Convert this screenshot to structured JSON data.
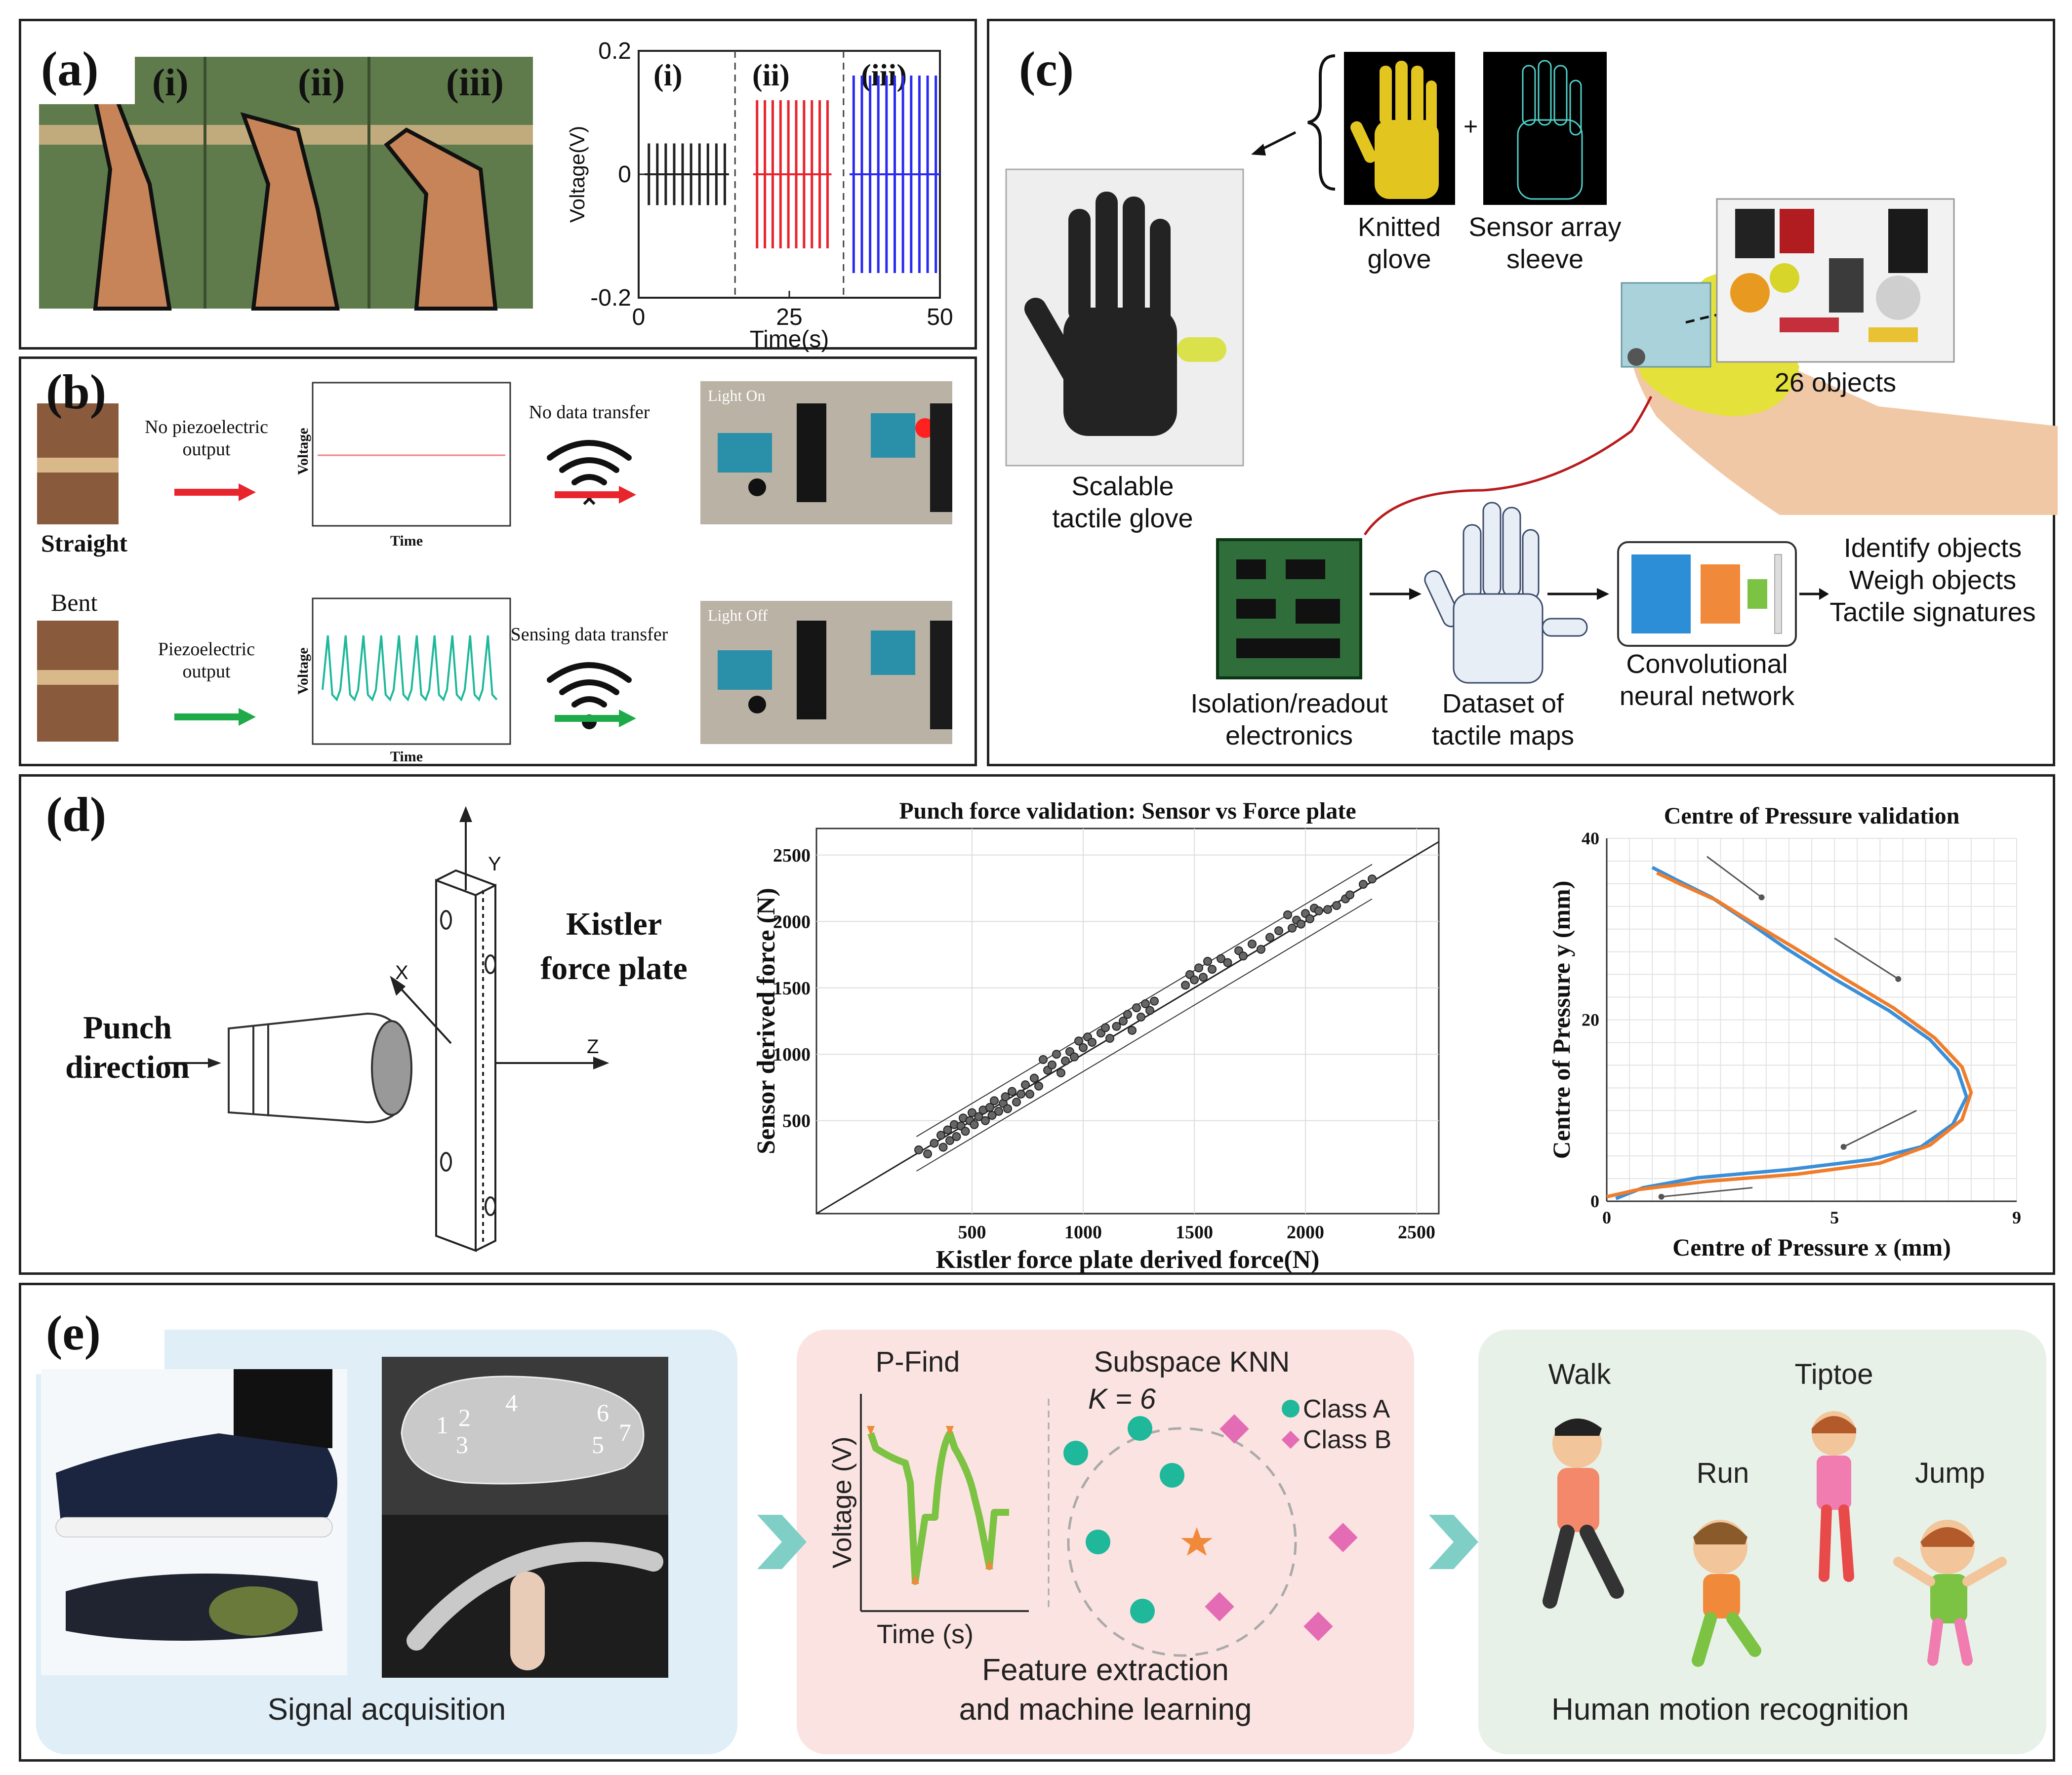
{
  "panel_a": {
    "label": "(a)",
    "photo_labels": [
      "(i)",
      "(ii)",
      "(iii)"
    ],
    "chart_labels": [
      "(i)",
      "(ii)",
      "(iii)"
    ],
    "colors": {
      "i": "#222222",
      "ii": "#e8242c",
      "iii": "#2a2af0"
    }
  },
  "panel_b": {
    "label": "(b)",
    "straight": {
      "pose": "Straight",
      "output": [
        "No piezoelectric",
        "output"
      ],
      "transfer": "No data transfer",
      "light": "Light On",
      "arrow_color": "#e8242c"
    },
    "bent": {
      "pose": "Bent",
      "output": [
        "Piezoelectric",
        "output"
      ],
      "transfer": "Sensing data transfer",
      "light": "Light Off",
      "arrow_color": "#1faa4a"
    },
    "axis_y": "Voltage",
    "axis_x": "Time"
  },
  "panel_c": {
    "label": "(c)",
    "knitted": [
      "Knitted",
      "glove"
    ],
    "plus": "+",
    "sensor": [
      "Sensor array",
      "sleeve"
    ],
    "scalable": [
      "Scalable",
      "tactile glove"
    ],
    "objects": "26 objects",
    "electronics": [
      "Isolation/readout",
      "electronics"
    ],
    "dataset": [
      "Dataset of",
      "tactile maps"
    ],
    "cnn": [
      "Convolutional",
      "neural network"
    ],
    "outputs": [
      "Identify objects",
      "Weigh objects",
      "Tactile signatures"
    ]
  },
  "panel_d": {
    "label": "(d)",
    "punch": [
      "Punch",
      "direction"
    ],
    "plate": [
      "Kistler",
      "force plate"
    ],
    "axes": {
      "y": "Y",
      "x": "X",
      "z": "Z"
    }
  },
  "panel_e": {
    "label": "(e)",
    "numbers": [
      "1",
      "2",
      "3",
      "4",
      "5",
      "6",
      "7"
    ],
    "signal": "Signal acquisition",
    "pfind": "P-Find",
    "knn": "Subspace KNN",
    "k": "K = 6",
    "class_a": "Class A",
    "class_b": "Class B",
    "voltage": "Voltage (V)",
    "time": "Time (s)",
    "feature": [
      "Feature extraction",
      "and machine learning"
    ],
    "motions": {
      "walk": "Walk",
      "tiptoe": "Tiptoe",
      "run": "Run",
      "jump": "Jump"
    },
    "recognition": "Human motion recognition",
    "colors": {
      "class_a": "#1fb89a",
      "class_b": "#e46cb4",
      "green": "#7cc243",
      "orange": "#f08a3a"
    }
  },
  "chart_data": [
    {
      "type": "line",
      "panel": "a",
      "ylabel": "Voltage(V)",
      "xlabel": "Time(s)",
      "xlim": [
        0,
        50
      ],
      "ylim": [
        -0.2,
        0.2
      ],
      "x_ticks": [
        0,
        25,
        50
      ],
      "y_ticks": [
        -0.2,
        0,
        0.2
      ],
      "dividers": [
        16,
        34
      ],
      "series": [
        {
          "name": "(i)",
          "x_start": 1,
          "x_end": 15,
          "peaks": 10,
          "amplitude": 0.05
        },
        {
          "name": "(ii)",
          "x_start": 19,
          "x_end": 32,
          "peaks": 10,
          "amplitude": 0.12
        },
        {
          "name": "(iii)",
          "x_start": 35,
          "x_end": 50,
          "peaks": 11,
          "amplitude": 0.16
        }
      ]
    },
    {
      "type": "scatter",
      "panel": "d",
      "title": "Punch force validation: Sensor vs Force plate",
      "xlabel": "Kistler force plate derived force(N)",
      "ylabel": "Sensor derived force (N)",
      "xlim": [
        -200,
        2600
      ],
      "ylim": [
        -200,
        2700
      ],
      "x_ticks": [
        500,
        1000,
        1500,
        2000,
        2500
      ],
      "y_ticks": [
        500,
        1000,
        1500,
        2000,
        2500
      ],
      "points": [
        [
          260,
          280
        ],
        [
          300,
          250
        ],
        [
          330,
          330
        ],
        [
          360,
          390
        ],
        [
          370,
          300
        ],
        [
          390,
          430
        ],
        [
          400,
          350
        ],
        [
          420,
          470
        ],
        [
          430,
          380
        ],
        [
          450,
          460
        ],
        [
          460,
          520
        ],
        [
          470,
          420
        ],
        [
          490,
          500
        ],
        [
          500,
          560
        ],
        [
          510,
          470
        ],
        [
          530,
          530
        ],
        [
          550,
          580
        ],
        [
          560,
          500
        ],
        [
          580,
          600
        ],
        [
          590,
          540
        ],
        [
          600,
          650
        ],
        [
          620,
          570
        ],
        [
          640,
          630
        ],
        [
          650,
          680
        ],
        [
          660,
          590
        ],
        [
          680,
          720
        ],
        [
          700,
          640
        ],
        [
          720,
          700
        ],
        [
          740,
          770
        ],
        [
          760,
          700
        ],
        [
          780,
          820
        ],
        [
          800,
          760
        ],
        [
          820,
          960
        ],
        [
          840,
          880
        ],
        [
          860,
          920
        ],
        [
          880,
          1000
        ],
        [
          900,
          860
        ],
        [
          920,
          950
        ],
        [
          940,
          1020
        ],
        [
          960,
          980
        ],
        [
          980,
          1100
        ],
        [
          1000,
          1050
        ],
        [
          1020,
          1130
        ],
        [
          1040,
          1090
        ],
        [
          1080,
          1160
        ],
        [
          1100,
          1200
        ],
        [
          1120,
          1120
        ],
        [
          1150,
          1210
        ],
        [
          1180,
          1250
        ],
        [
          1200,
          1300
        ],
        [
          1220,
          1180
        ],
        [
          1240,
          1350
        ],
        [
          1260,
          1280
        ],
        [
          1280,
          1380
        ],
        [
          1300,
          1330
        ],
        [
          1320,
          1400
        ],
        [
          1460,
          1520
        ],
        [
          1480,
          1600
        ],
        [
          1500,
          1560
        ],
        [
          1520,
          1650
        ],
        [
          1540,
          1580
        ],
        [
          1560,
          1700
        ],
        [
          1580,
          1640
        ],
        [
          1620,
          1720
        ],
        [
          1650,
          1690
        ],
        [
          1700,
          1780
        ],
        [
          1720,
          1740
        ],
        [
          1760,
          1830
        ],
        [
          1800,
          1790
        ],
        [
          1840,
          1880
        ],
        [
          1880,
          1930
        ],
        [
          1920,
          2050
        ],
        [
          1940,
          1950
        ],
        [
          1960,
          2010
        ],
        [
          1980,
          1980
        ],
        [
          2000,
          2060
        ],
        [
          2020,
          2020
        ],
        [
          2040,
          2100
        ],
        [
          2060,
          2080
        ],
        [
          2100,
          2090
        ],
        [
          2140,
          2120
        ],
        [
          2180,
          2170
        ],
        [
          2200,
          2200
        ],
        [
          2260,
          2280
        ],
        [
          2300,
          2320
        ]
      ],
      "fit": [
        [
          -200,
          -200
        ],
        [
          2600,
          2600
        ]
      ],
      "band": 130
    },
    {
      "type": "line",
      "panel": "d",
      "title": "Centre of Pressure validation",
      "xlabel": "Centre of Pressure x (mm)",
      "ylabel": "Centre of Pressure y (mm)",
      "xlim": [
        0,
        9
      ],
      "ylim": [
        0,
        40
      ],
      "x_ticks": [
        0,
        5,
        9
      ],
      "y_ticks": [
        0,
        20,
        40
      ],
      "series": [
        {
          "name": "blue",
          "color": "#3a8fd8",
          "points": [
            [
              0.2,
              0.3
            ],
            [
              0.8,
              1.5
            ],
            [
              2.0,
              2.6
            ],
            [
              4.0,
              3.5
            ],
            [
              5.8,
              4.6
            ],
            [
              6.9,
              6.0
            ],
            [
              7.6,
              8.5
            ],
            [
              7.9,
              11.5
            ],
            [
              7.7,
              14.5
            ],
            [
              7.1,
              17.8
            ],
            [
              6.2,
              21.0
            ],
            [
              5.0,
              24.5
            ],
            [
              3.9,
              28.0
            ],
            [
              3.1,
              30.8
            ],
            [
              2.3,
              33.5
            ],
            [
              1.5,
              35.5
            ],
            [
              1.0,
              36.8
            ]
          ]
        },
        {
          "name": "orange",
          "color": "#f07d2a",
          "points": [
            [
              0.0,
              0.5
            ],
            [
              0.7,
              1.3
            ],
            [
              2.2,
              2.2
            ],
            [
              4.2,
              3.0
            ],
            [
              6.0,
              4.2
            ],
            [
              7.1,
              6.2
            ],
            [
              7.8,
              9.0
            ],
            [
              8.0,
              12.0
            ],
            [
              7.8,
              14.8
            ],
            [
              7.2,
              18.0
            ],
            [
              6.3,
              21.3
            ],
            [
              5.2,
              24.6
            ],
            [
              4.1,
              28.0
            ],
            [
              3.2,
              30.7
            ],
            [
              2.4,
              33.2
            ],
            [
              1.6,
              35.0
            ],
            [
              1.1,
              36.2
            ]
          ]
        }
      ]
    },
    {
      "type": "line",
      "panel": "b",
      "series": [
        {
          "name": "straight",
          "color": "#f08080",
          "flat": true
        },
        {
          "name": "bent",
          "color": "#1fb89a",
          "peaks": 10
        }
      ]
    }
  ]
}
